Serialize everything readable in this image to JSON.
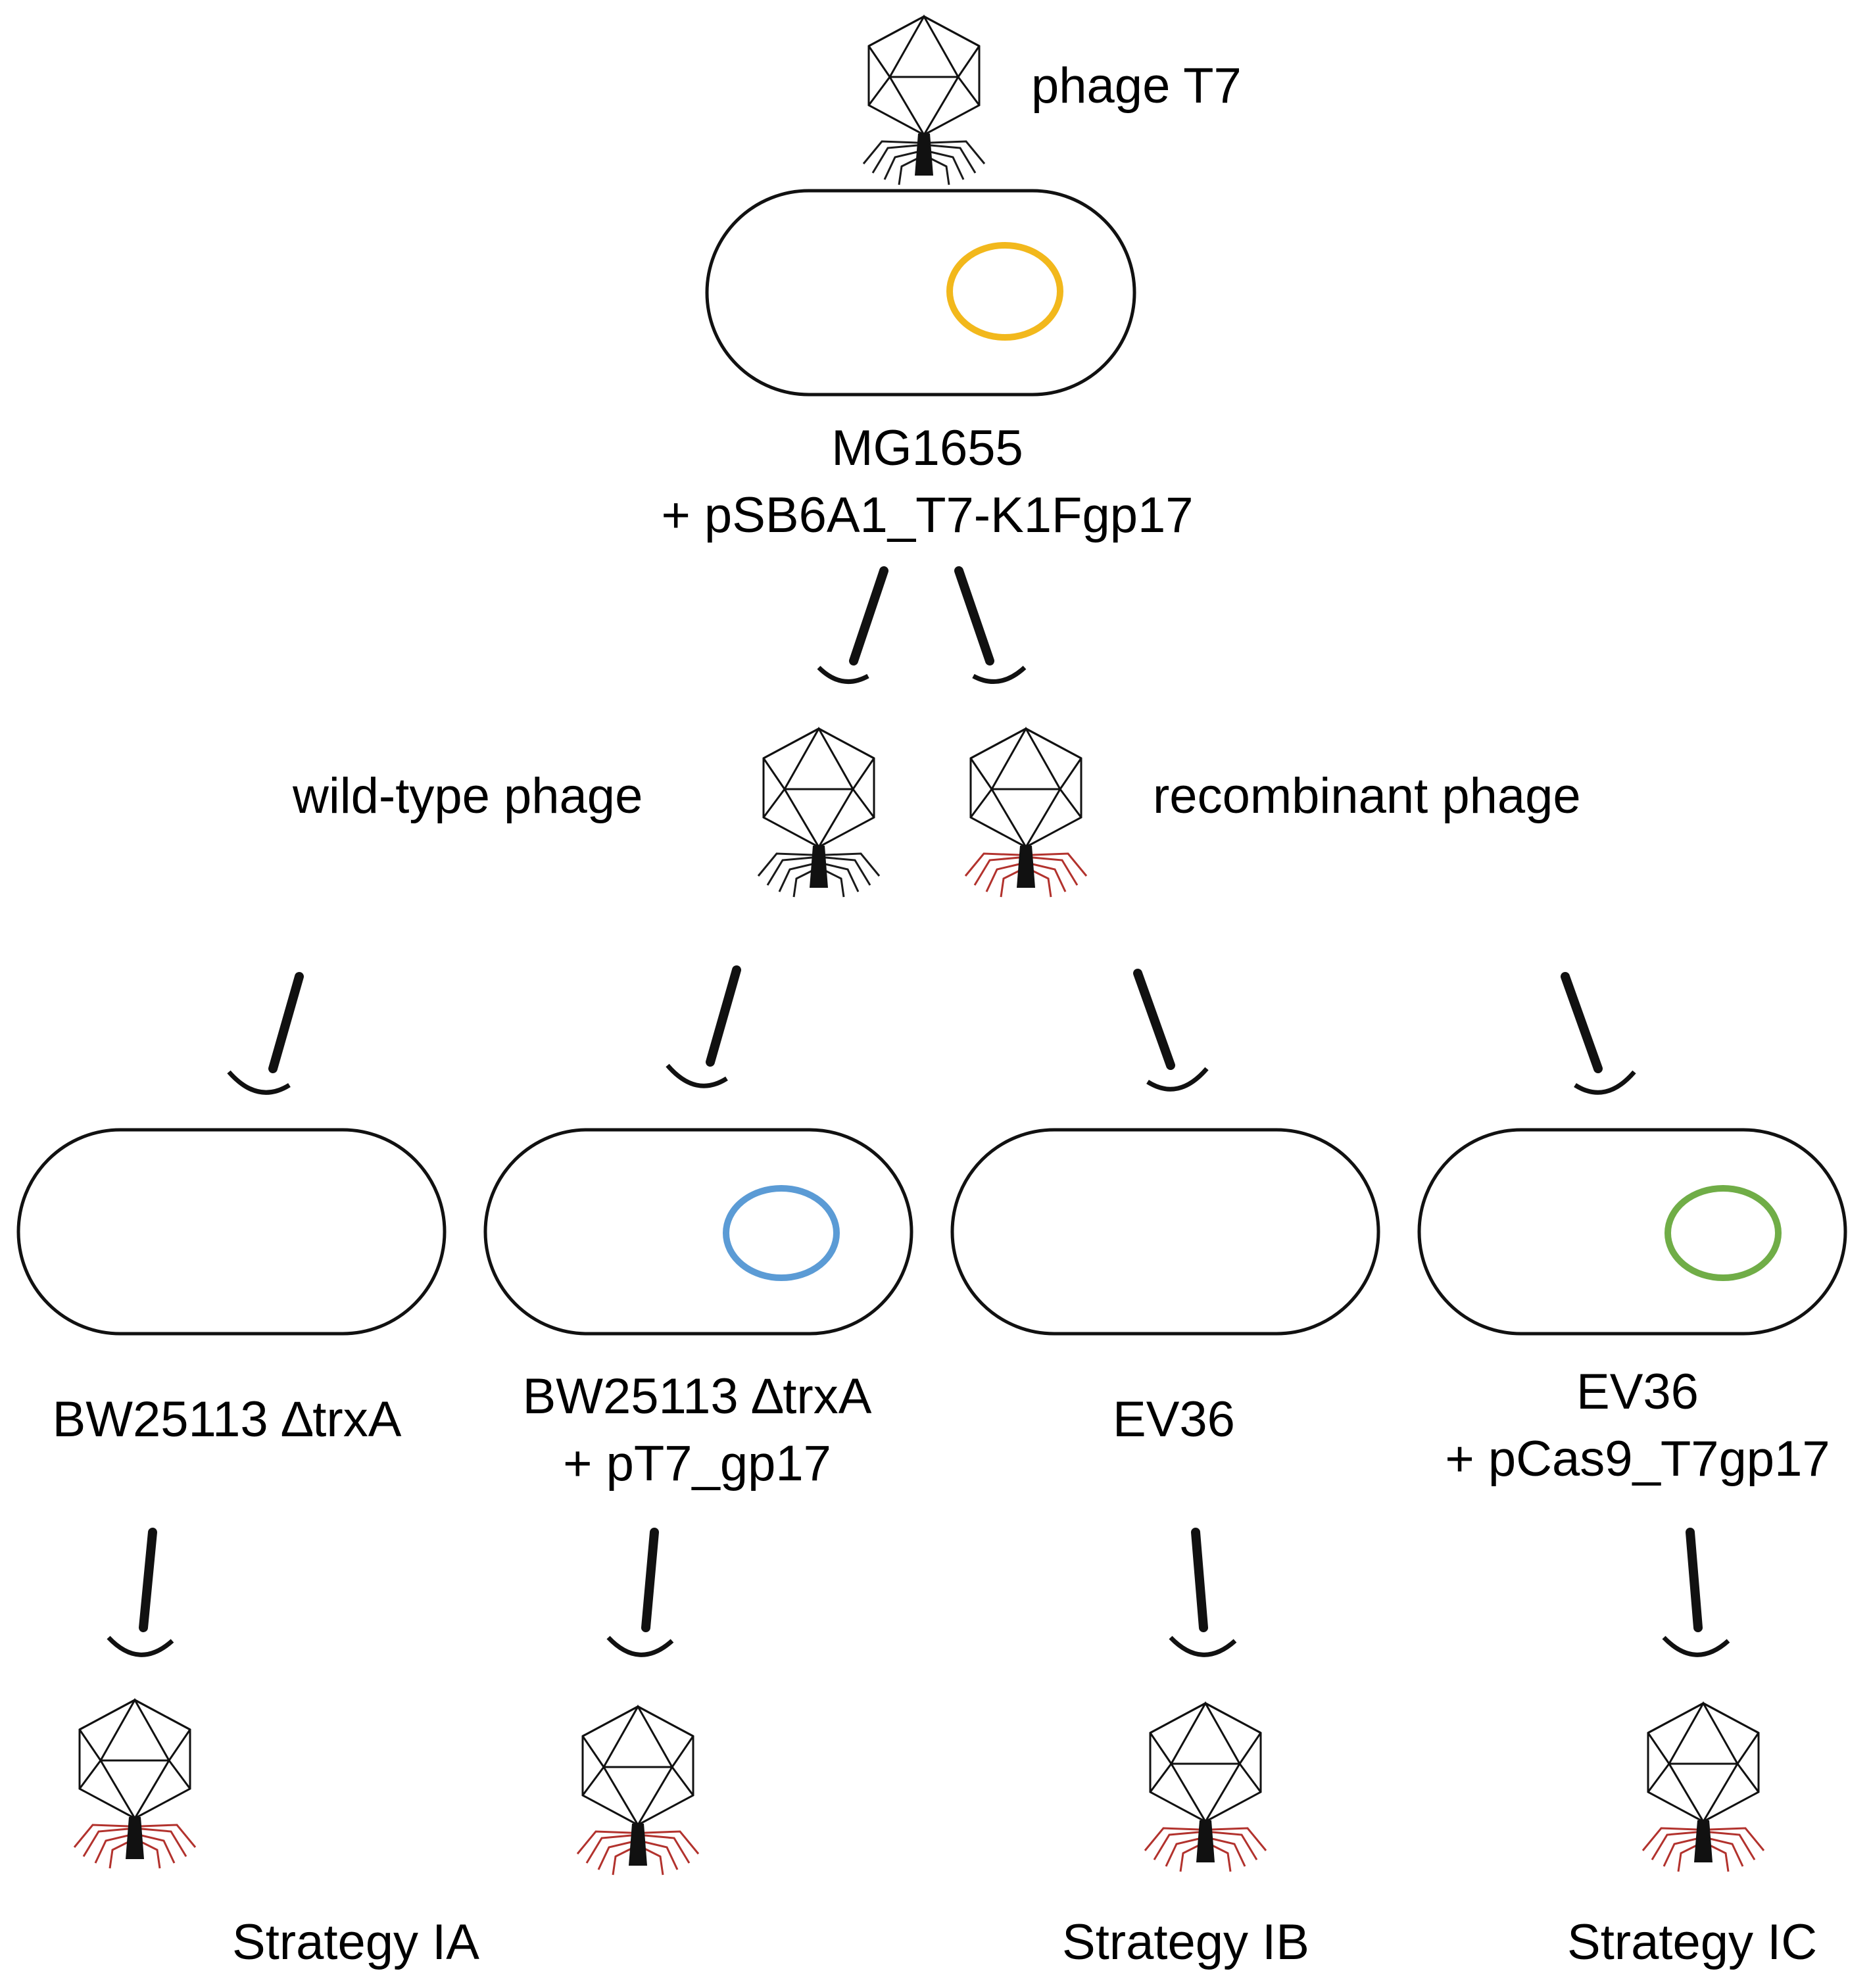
{
  "source_phage_label": "phage T7",
  "host_strain": {
    "name": "MG1655",
    "plasmid": "+ pSB6A1_T7-K1Fgp17",
    "plasmid_color": "#f2b81c"
  },
  "progeny": {
    "wild_type_label": "wild-type phage",
    "recombinant_label": "recombinant phage"
  },
  "tail_fiber_colors": {
    "wild_type": "#1a1a1a",
    "recombinant": "#b2322d"
  },
  "selection_hosts": [
    {
      "name": "BW25113 ∆trxA",
      "plasmid": "",
      "plasmid_color": ""
    },
    {
      "name": "BW25113 ∆trxA",
      "plasmid": "+ pT7_gp17",
      "plasmid_color": "#5b9bd5"
    },
    {
      "name": "EV36",
      "plasmid": "",
      "plasmid_color": ""
    },
    {
      "name": "EV36",
      "plasmid": "+ pCas9_T7gp17",
      "plasmid_color": "#70ad47"
    }
  ],
  "strategies": [
    "Strategy IA",
    "Strategy IB",
    "Strategy IC"
  ]
}
